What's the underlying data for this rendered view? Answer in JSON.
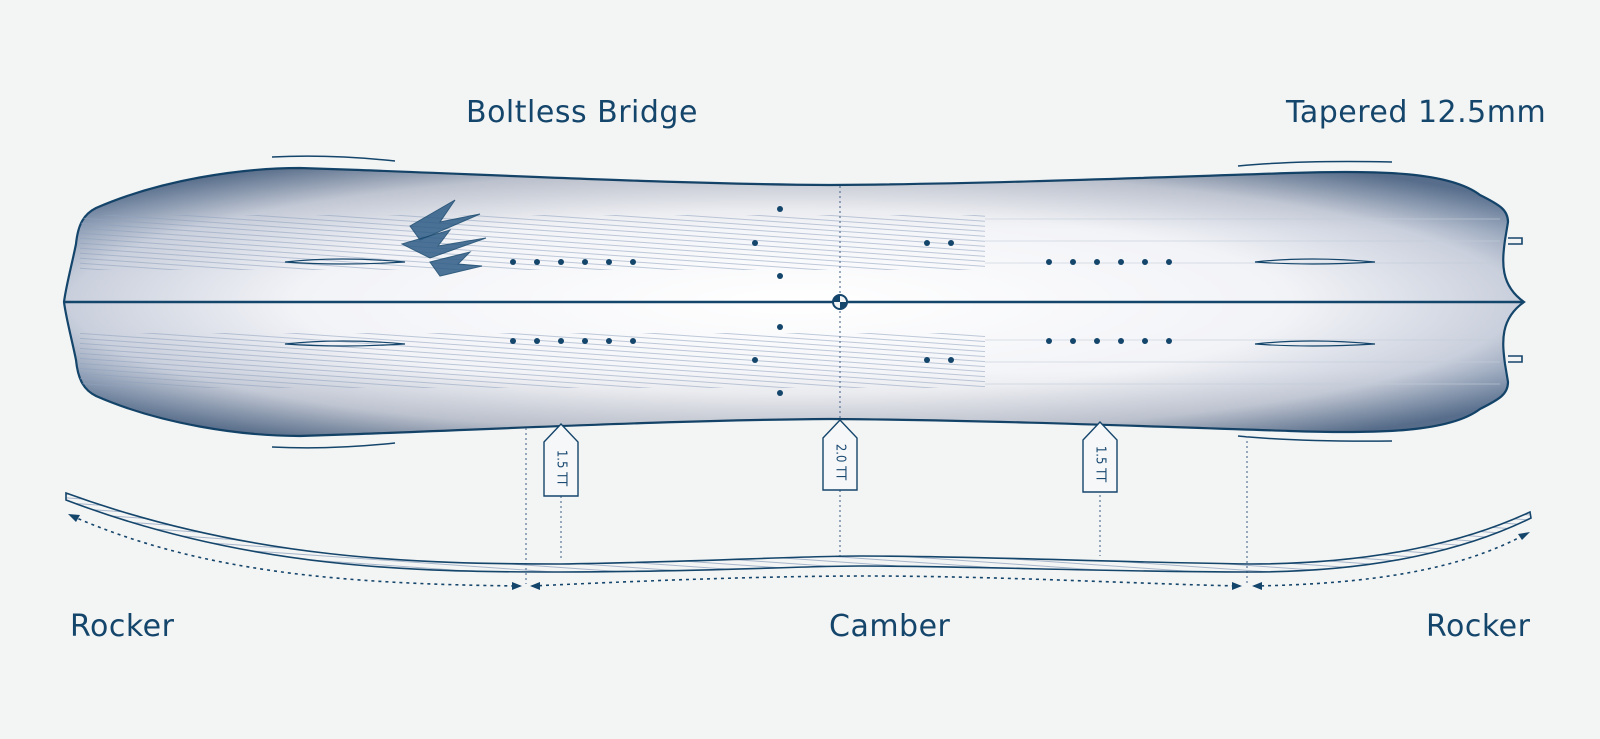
{
  "labels": {
    "boltless_bridge": "Boltless Bridge",
    "tapered": "Tapered 12.5mm",
    "rocker_left": "Rocker",
    "camber": "Camber",
    "rocker_right": "Rocker"
  },
  "insert_tags": [
    {
      "text": "1.5 TT"
    },
    {
      "text": "2.0 TT"
    },
    {
      "text": "1.5 TT"
    }
  ],
  "colors": {
    "ink": "#14456b",
    "background": "#f3f4f4"
  }
}
